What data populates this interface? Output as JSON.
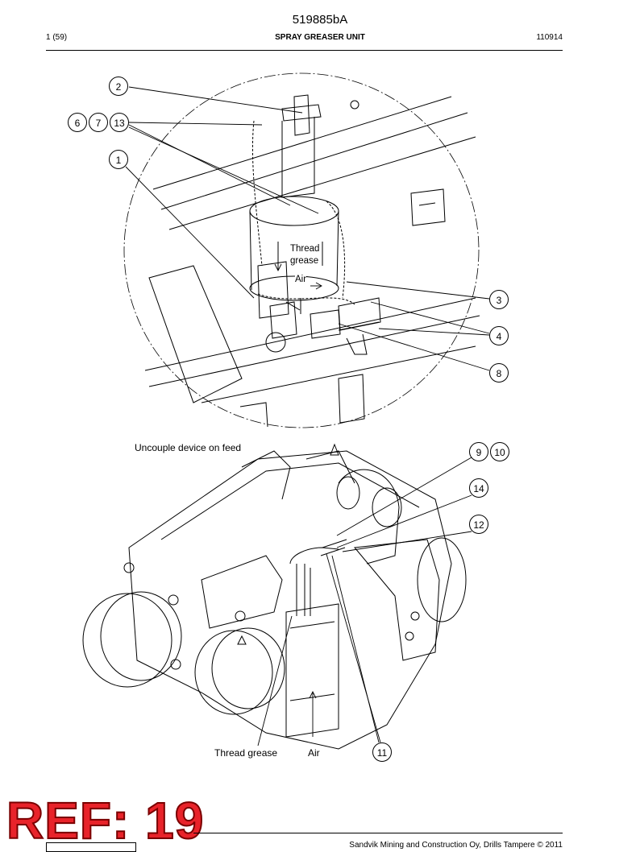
{
  "header": {
    "doc_number": "519885bA",
    "page": "1 (59)",
    "title": "SPRAY GREASER UNIT",
    "code": "110914"
  },
  "figure1": {
    "labels": {
      "thread_grease": "Thread\ngrease",
      "air": "Air"
    },
    "callouts": [
      "2",
      "6",
      "7",
      "13",
      "1",
      "3",
      "4",
      "8"
    ]
  },
  "figure2": {
    "caption": "Uncouple device on feed",
    "labels": {
      "thread_grease": "Thread grease",
      "air": "Air"
    },
    "callouts": [
      "9",
      "10",
      "14",
      "12",
      "11"
    ]
  },
  "watermark": "REF: 19",
  "footer": {
    "copyright": "Sandvik Mining and Construction Oy, Drills Tampere © 2011"
  }
}
